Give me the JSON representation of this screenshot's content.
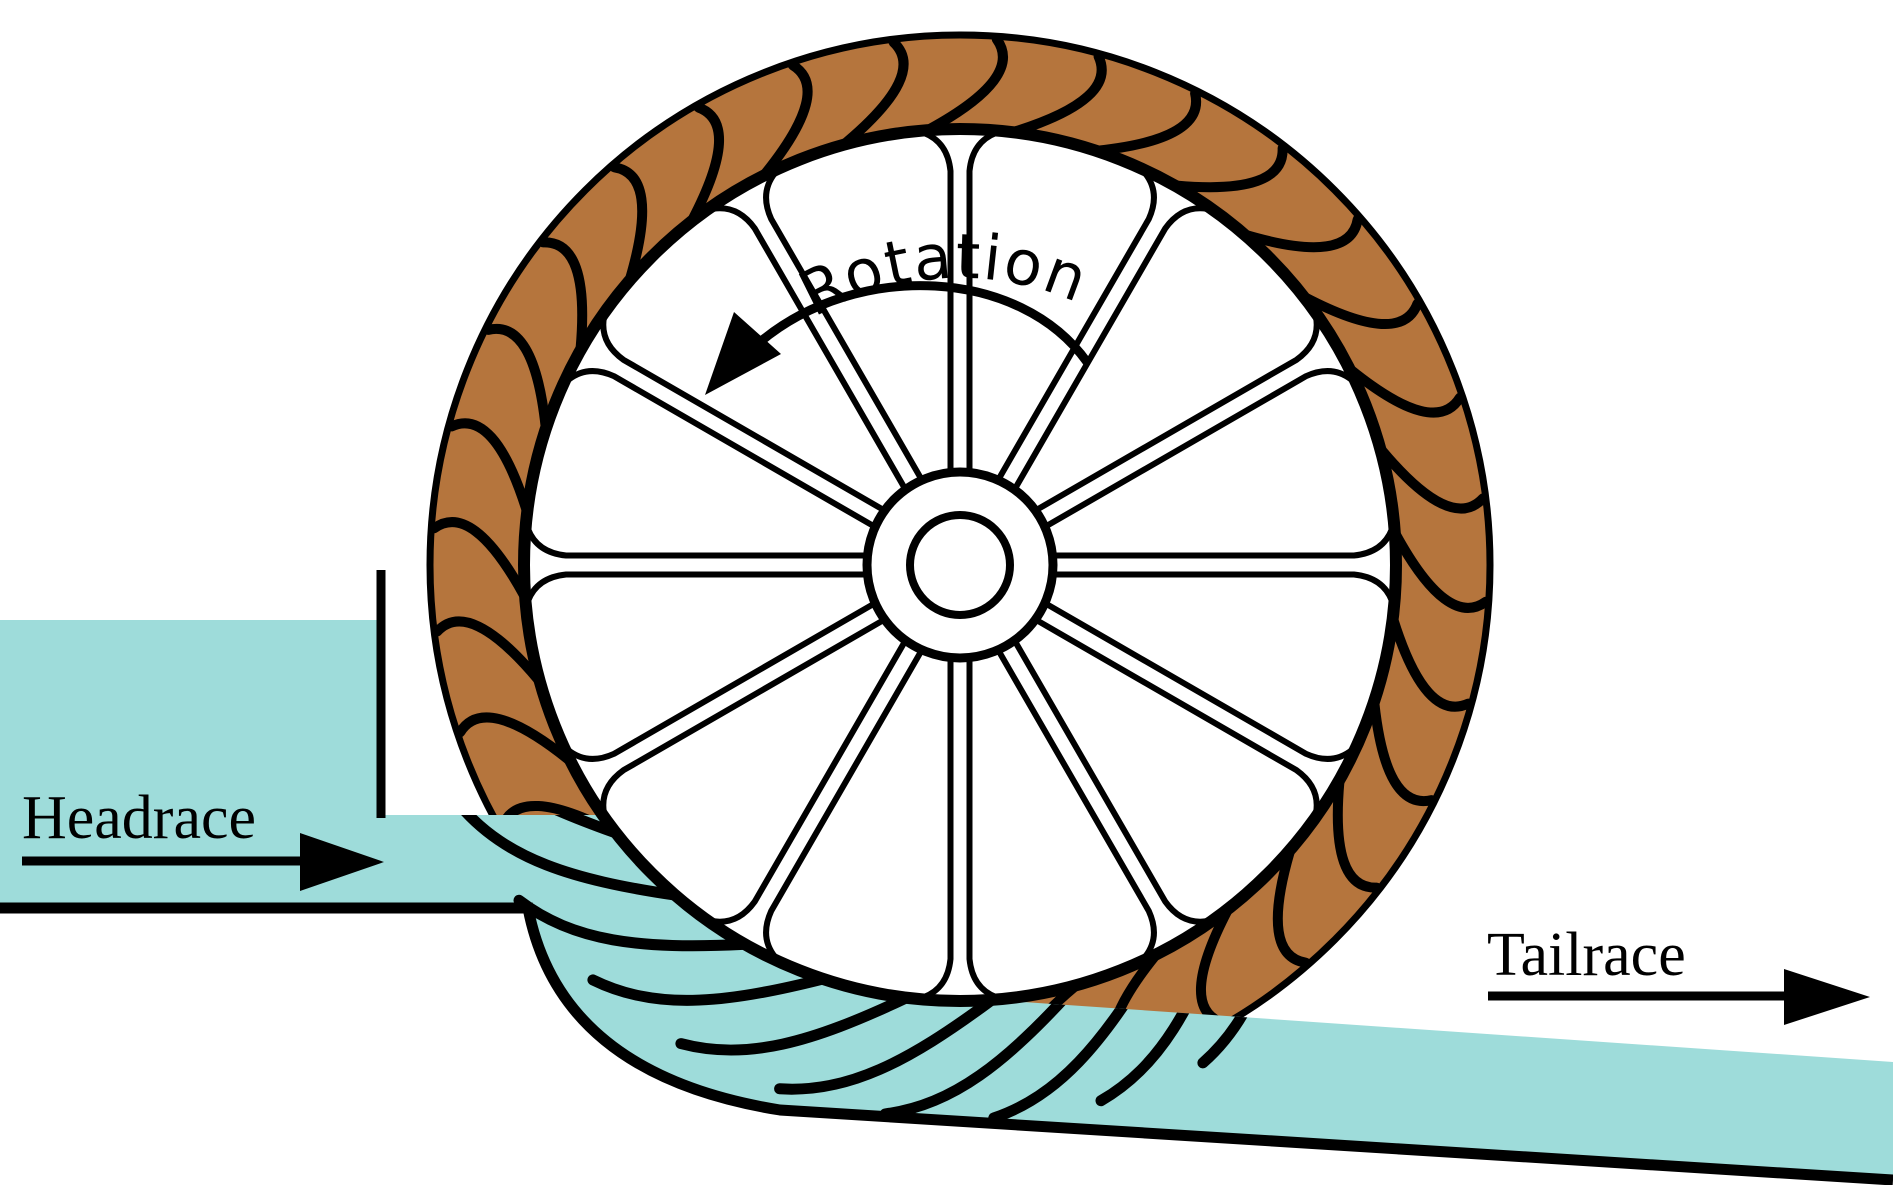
{
  "figure": {
    "type": "diagram",
    "subject": "undershot water wheel",
    "labels": {
      "rotation": "Rotation",
      "headrace": "Headrace",
      "tailrace": "Tailrace"
    },
    "colors": {
      "water": "#9edcda",
      "wood": "#b5753d",
      "outline": "#000000",
      "background": "#ffffff",
      "wheel_interior": "#ffffff"
    },
    "wheel": {
      "spoke_count": 12,
      "paddle_count": 32,
      "rotation_direction": "counterclockwise"
    },
    "flow": {
      "direction": "left-to-right"
    }
  }
}
